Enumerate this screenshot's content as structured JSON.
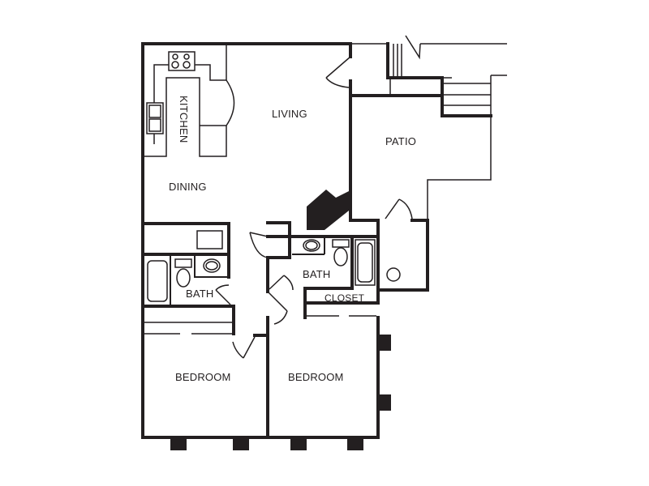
{
  "floorplan": {
    "rooms": [
      {
        "id": "kitchen",
        "label": "KITCHEN",
        "orientation": "vertical"
      },
      {
        "id": "living",
        "label": "LIVING"
      },
      {
        "id": "dining",
        "label": "DINING"
      },
      {
        "id": "patio",
        "label": "PATIO"
      },
      {
        "id": "bath1",
        "label": "BATH"
      },
      {
        "id": "bath2",
        "label": "BATH"
      },
      {
        "id": "closet",
        "label": "CLOSET"
      },
      {
        "id": "bedroom1",
        "label": "BEDROOM"
      },
      {
        "id": "bedroom2",
        "label": "BEDROOM"
      }
    ],
    "fixtures": [
      "range-icon",
      "sink-icon",
      "fireplace-icon",
      "toilet-icon",
      "bathtub-icon",
      "lavatory-icon",
      "water-heater-icon",
      "stairs-icon",
      "door-swing-icon",
      "window-icon"
    ],
    "colors": {
      "ink": "#231f20",
      "background": "#ffffff"
    }
  }
}
